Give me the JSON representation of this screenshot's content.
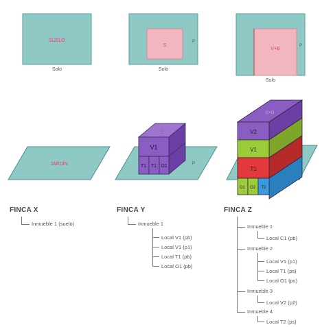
{
  "colors": {
    "teal": "#8ec9c6",
    "teal_dark": "#4b8f8c",
    "pink": "#f2b6c0",
    "pink_text": "#c8506a",
    "purple": "#8a5dc2",
    "green": "#9ccc3a",
    "red": "#e23a3a",
    "blue": "#3a9be0"
  },
  "top_row": [
    {
      "label": "SUELO",
      "caption": "Solo",
      "side_label": ""
    },
    {
      "label": "S",
      "caption": "Solo",
      "side_label": "P"
    },
    {
      "label": "V+B",
      "caption": "Solo",
      "side_label": "P"
    }
  ],
  "middle_row": {
    "plane_1_label": "JARDÍN",
    "block_y": {
      "top_label": "C",
      "v1": "V1",
      "t1": "T1",
      "t1b": "T1",
      "o1": "O1",
      "side": "P"
    },
    "block_z": {
      "top_label": "C+O",
      "v2": "V2",
      "v1": "V1",
      "t1": "T1",
      "o1": "O1",
      "o2": "O2",
      "t2": "T2"
    }
  },
  "fincas": [
    {
      "title": "FINCA X",
      "lines": [
        "Inmueble 1 (suelo)"
      ]
    },
    {
      "title": "FINCA Y",
      "lines": [
        "Inmueble 1",
        "Local V1 (pb)",
        "Local V1 (p1)",
        "Local T1 (pb)",
        "Local O1 (pb)"
      ]
    },
    {
      "title": "FINCA Z",
      "lines": [
        "Inmueble 1",
        "Local C1 (pb)",
        "Inmueble 2",
        "Local V1 (p1)",
        "Local T1 (ps)",
        "Local O1 (ps)",
        "Inmueble 3",
        "Local V2 (p2)",
        "Inmueble 4",
        "Local T2 (ps)"
      ]
    }
  ]
}
